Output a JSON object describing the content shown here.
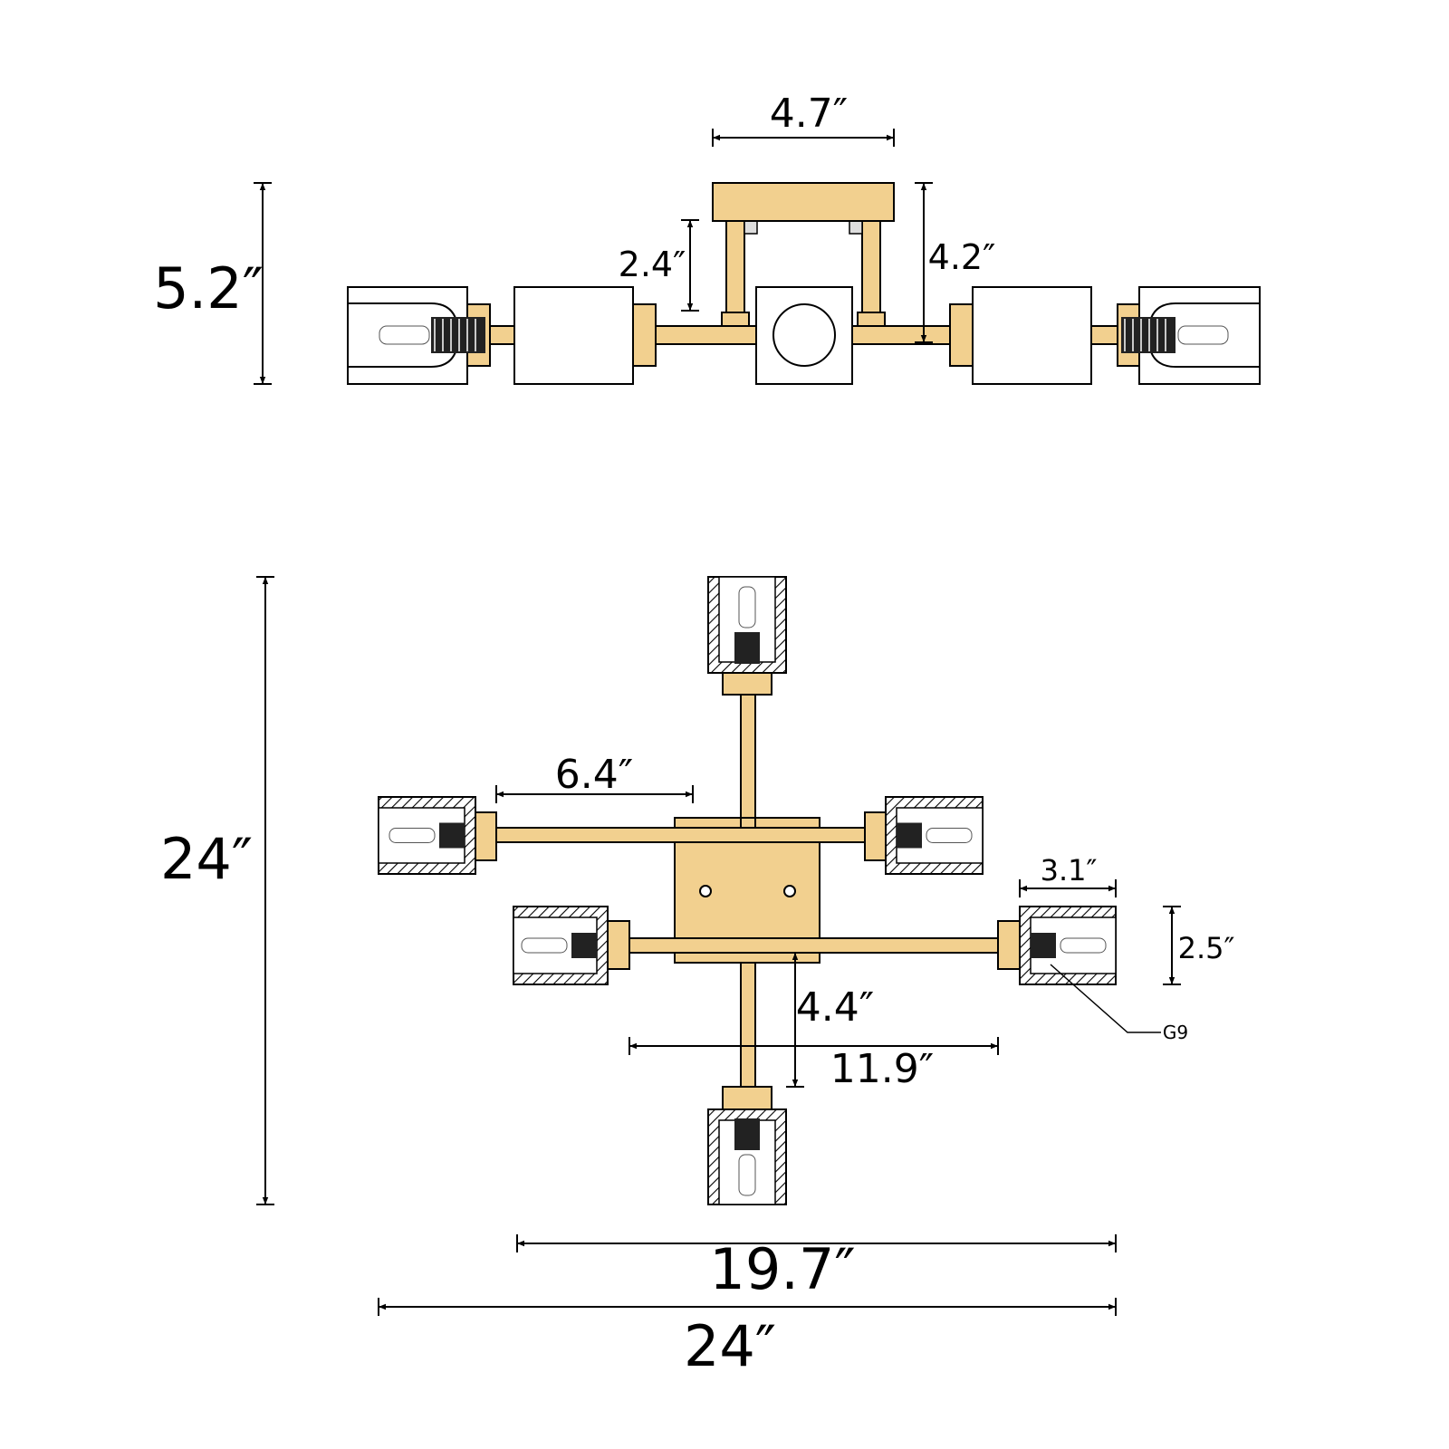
{
  "colors": {
    "brass": "#f2d08f",
    "line": "#000000"
  },
  "side_view": {
    "canopy_width": "4.7″",
    "overall_height": "5.2″",
    "rod_height": "2.4″",
    "canopy_to_arm": "4.2″"
  },
  "top_view": {
    "overall_depth": "24″",
    "arm_reach": "6.4″",
    "shade_width": "3.1″",
    "shade_height": "2.5″",
    "arm_offset": "4.4″",
    "inner_span": "11.9″",
    "mid_span": "19.7″",
    "overall_width": "24″",
    "bulb_type": "G9"
  }
}
